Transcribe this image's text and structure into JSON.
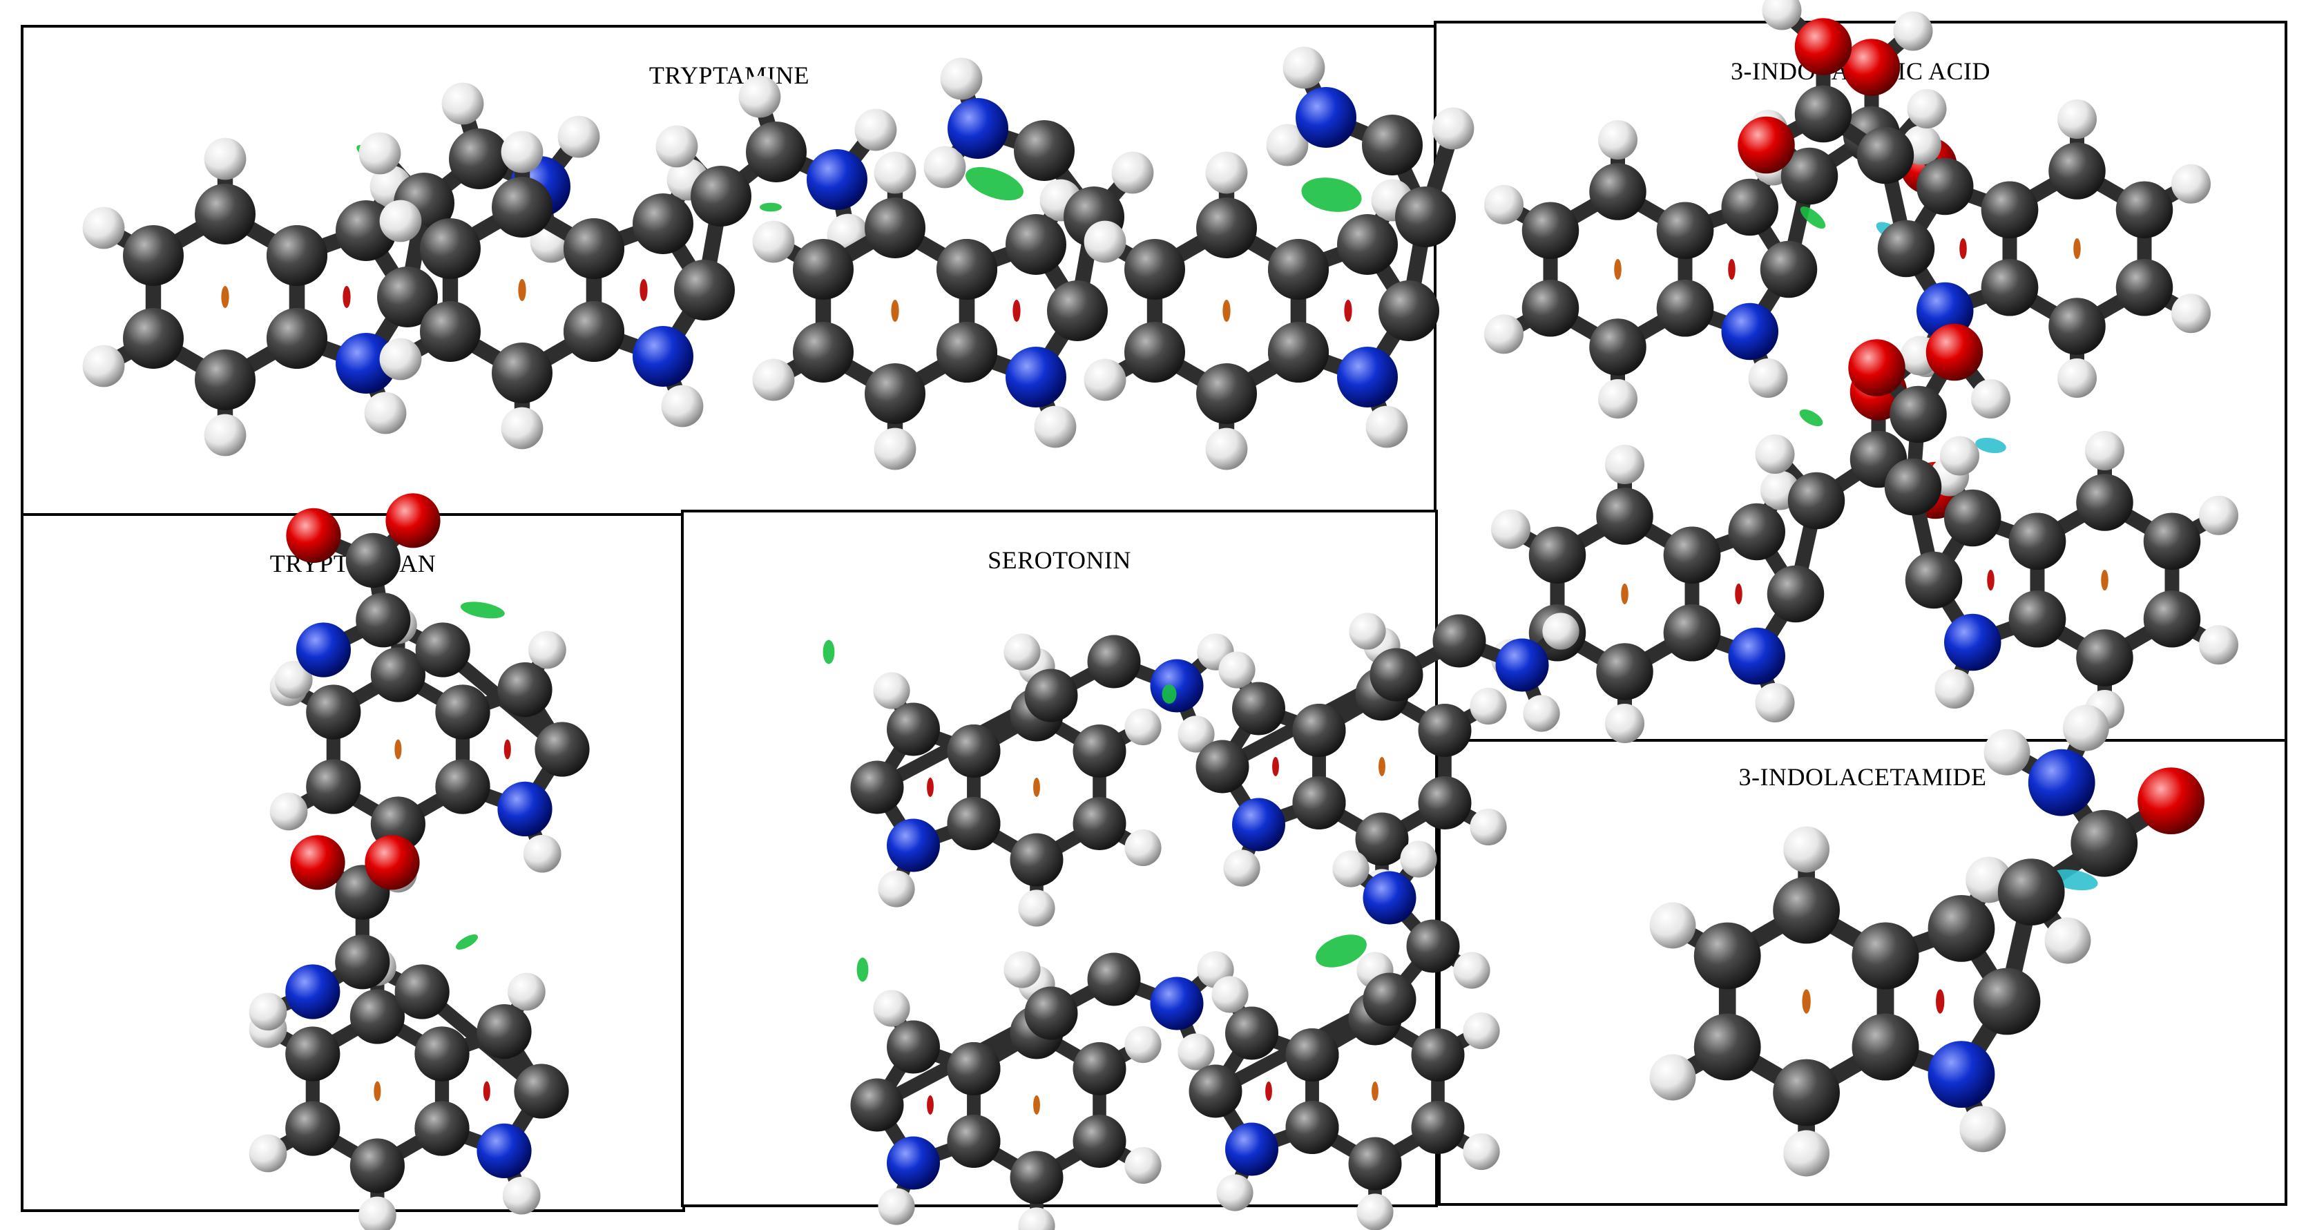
{
  "panels": {
    "tryptamine": {
      "title": "TRYPTAMINE"
    },
    "indolacetic": {
      "title": "3-INDOLACETIC ACID"
    },
    "tryptophan": {
      "title": "TRYPTOPHAN"
    },
    "serotonin": {
      "title": "SEROTONIN"
    },
    "indolacetamide": {
      "title": "3-INDOLACETAMIDE"
    }
  },
  "colors": {
    "carbon": "#3a3a3a",
    "nitrogen": "#1020c8",
    "oxygen": "#e00000",
    "hydrogen": "#f2f2f2",
    "bond": "#2e2e2e",
    "nci_green": "#18c040",
    "nci_cyan": "#30c0d0",
    "nci_orange": "#c86414",
    "nci_red": "#c01010"
  }
}
